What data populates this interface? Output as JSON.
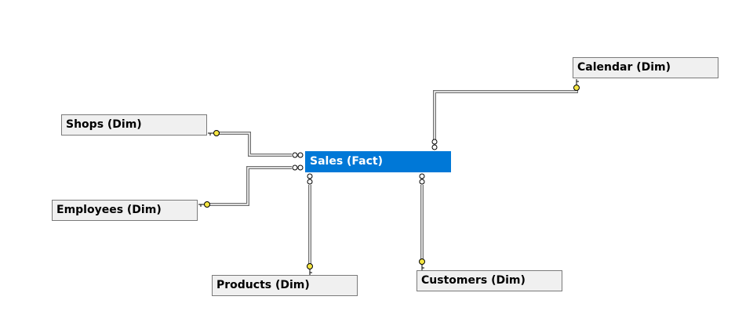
{
  "diagram": {
    "colors": {
      "fact_fill": "#0078d7",
      "dim_fill": "#f0f0f0",
      "dim_border": "#7a7a7a",
      "line": "#6f6f6f",
      "key_fill": "#f5e642"
    },
    "tables": {
      "shops": {
        "label": "Shops (Dim)"
      },
      "employees": {
        "label": "Employees (Dim)"
      },
      "sales": {
        "label": "Sales (Fact)"
      },
      "calendar": {
        "label": "Calendar (Dim)"
      },
      "products": {
        "label": "Products (Dim)"
      },
      "customers": {
        "label": "Customers (Dim)"
      }
    },
    "relationships": [
      {
        "from": "shops",
        "to": "sales",
        "from_end": "key-icon",
        "to_end": "infinity-icon"
      },
      {
        "from": "employees",
        "to": "sales",
        "from_end": "key-icon",
        "to_end": "infinity-icon"
      },
      {
        "from": "calendar",
        "to": "sales",
        "from_end": "key-icon",
        "to_end": "infinity-icon"
      },
      {
        "from": "products",
        "to": "sales",
        "from_end": "key-icon",
        "to_end": "infinity-icon"
      },
      {
        "from": "customers",
        "to": "sales",
        "from_end": "key-icon",
        "to_end": "infinity-icon"
      }
    ]
  }
}
